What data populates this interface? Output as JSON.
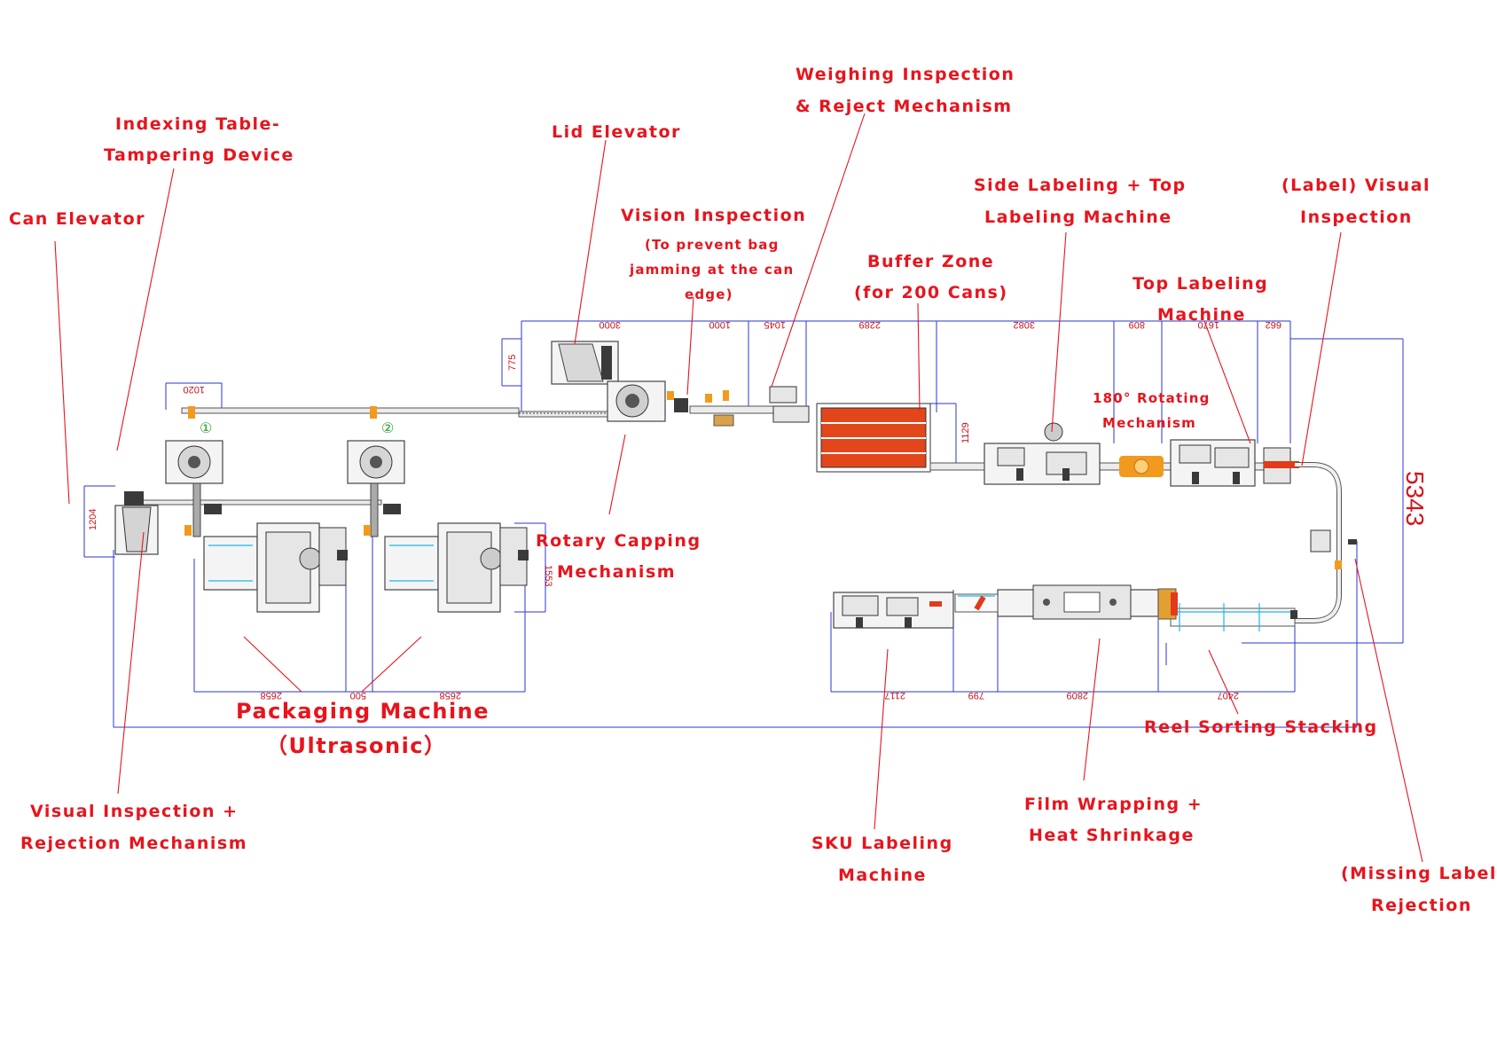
{
  "labels": {
    "can_elevator": "Can Elevator",
    "indexing_1": "Indexing Table-",
    "indexing_2": "Tampering Device",
    "lid_elevator": "Lid Elevator",
    "weighing_1": "Weighing Inspection",
    "weighing_2": "& Reject Mechanism",
    "vision_1": "Vision Inspection",
    "vision_2": "(To prevent bag",
    "vision_3": "jamming at the can",
    "vision_4": "edge)",
    "buffer_1": "Buffer Zone",
    "buffer_2": "(for 200 Cans)",
    "side_label_1": "Side Labeling + Top",
    "side_label_2": "Labeling Machine",
    "label_visual_1": "(Label) Visual",
    "label_visual_2": "Inspection",
    "top_label_1": "Top Labeling",
    "top_label_2": "Machine",
    "rotating_1": "180° Rotating",
    "rotating_2": "Mechanism",
    "rotary_cap_1": "Rotary Capping",
    "rotary_cap_2": "Mechanism",
    "packaging_1": "Packaging Machine",
    "packaging_2": "（Ultrasonic）",
    "visual_reject_1": "Visual Inspection +",
    "visual_reject_2": "Rejection Mechanism",
    "reel_sorting": "Reel Sorting Stacking",
    "film_1": "Film Wrapping +",
    "film_2": "Heat Shrinkage",
    "sku_1": "SKU Labeling",
    "sku_2": "Machine",
    "missing_1": "(Missing Label)",
    "missing_2": "Rejection"
  },
  "dimensions": {
    "d3000": "3000",
    "d1000": "1000",
    "d1045": "1045",
    "d2289": "2289",
    "d3082": "3082",
    "d809": "809",
    "d1670": "1670",
    "d662": "662",
    "d775": "775",
    "d1020": "1020",
    "d1129": "1129",
    "d1204": "1204",
    "d1553": "1553",
    "d2658a": "2658",
    "d500": "500",
    "d2658b": "2658",
    "d2117": "2117",
    "d799": "799",
    "d2809": "2809",
    "d2407": "2407",
    "d5343": "5343"
  },
  "station_marks": {
    "one": "①",
    "two": "②"
  },
  "colors": {
    "label_red": "#e8141c",
    "dimension_blue": "#2a36d6",
    "buffer_orange": "#e2461a"
  }
}
